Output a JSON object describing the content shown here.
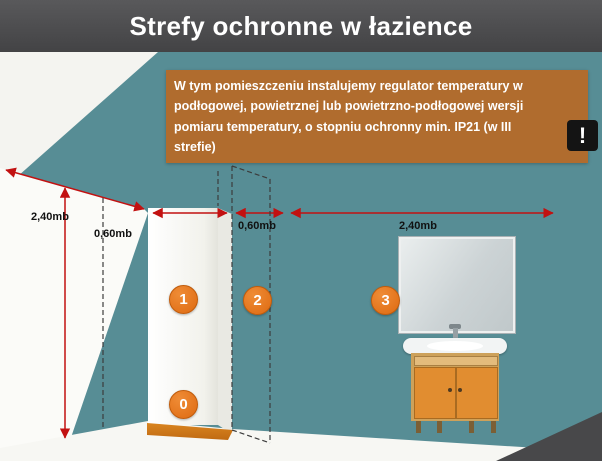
{
  "header": {
    "title": "Strefy ochronne w łazience"
  },
  "info_box": {
    "lines": [
      "W tym pomieszczeniu instalujemy regulator temperatury w",
      "podłogowej, powietrznej  lub powietrzno-podłogowej wersji",
      "pomiaru temperatury, o stopniu ochronny min. IP21 (w III",
      "strefie)"
    ],
    "warning_glyph": "!"
  },
  "dimension_labels": {
    "wall_height": "2,40mb",
    "wall_depth": "0,60mb",
    "zone2_width": "0,60mb",
    "zone3_width": "2,40mb"
  },
  "zone_markers": [
    {
      "label": "1"
    },
    {
      "label": "2"
    },
    {
      "label": "3"
    },
    {
      "label": "0"
    }
  ],
  "colors": {
    "teal_wall": "#578d95",
    "header_bar": "#4b4b4d",
    "info_box": "#b06c2e",
    "accent_orange": "#e4731c",
    "dimension_red": "#c21111"
  }
}
